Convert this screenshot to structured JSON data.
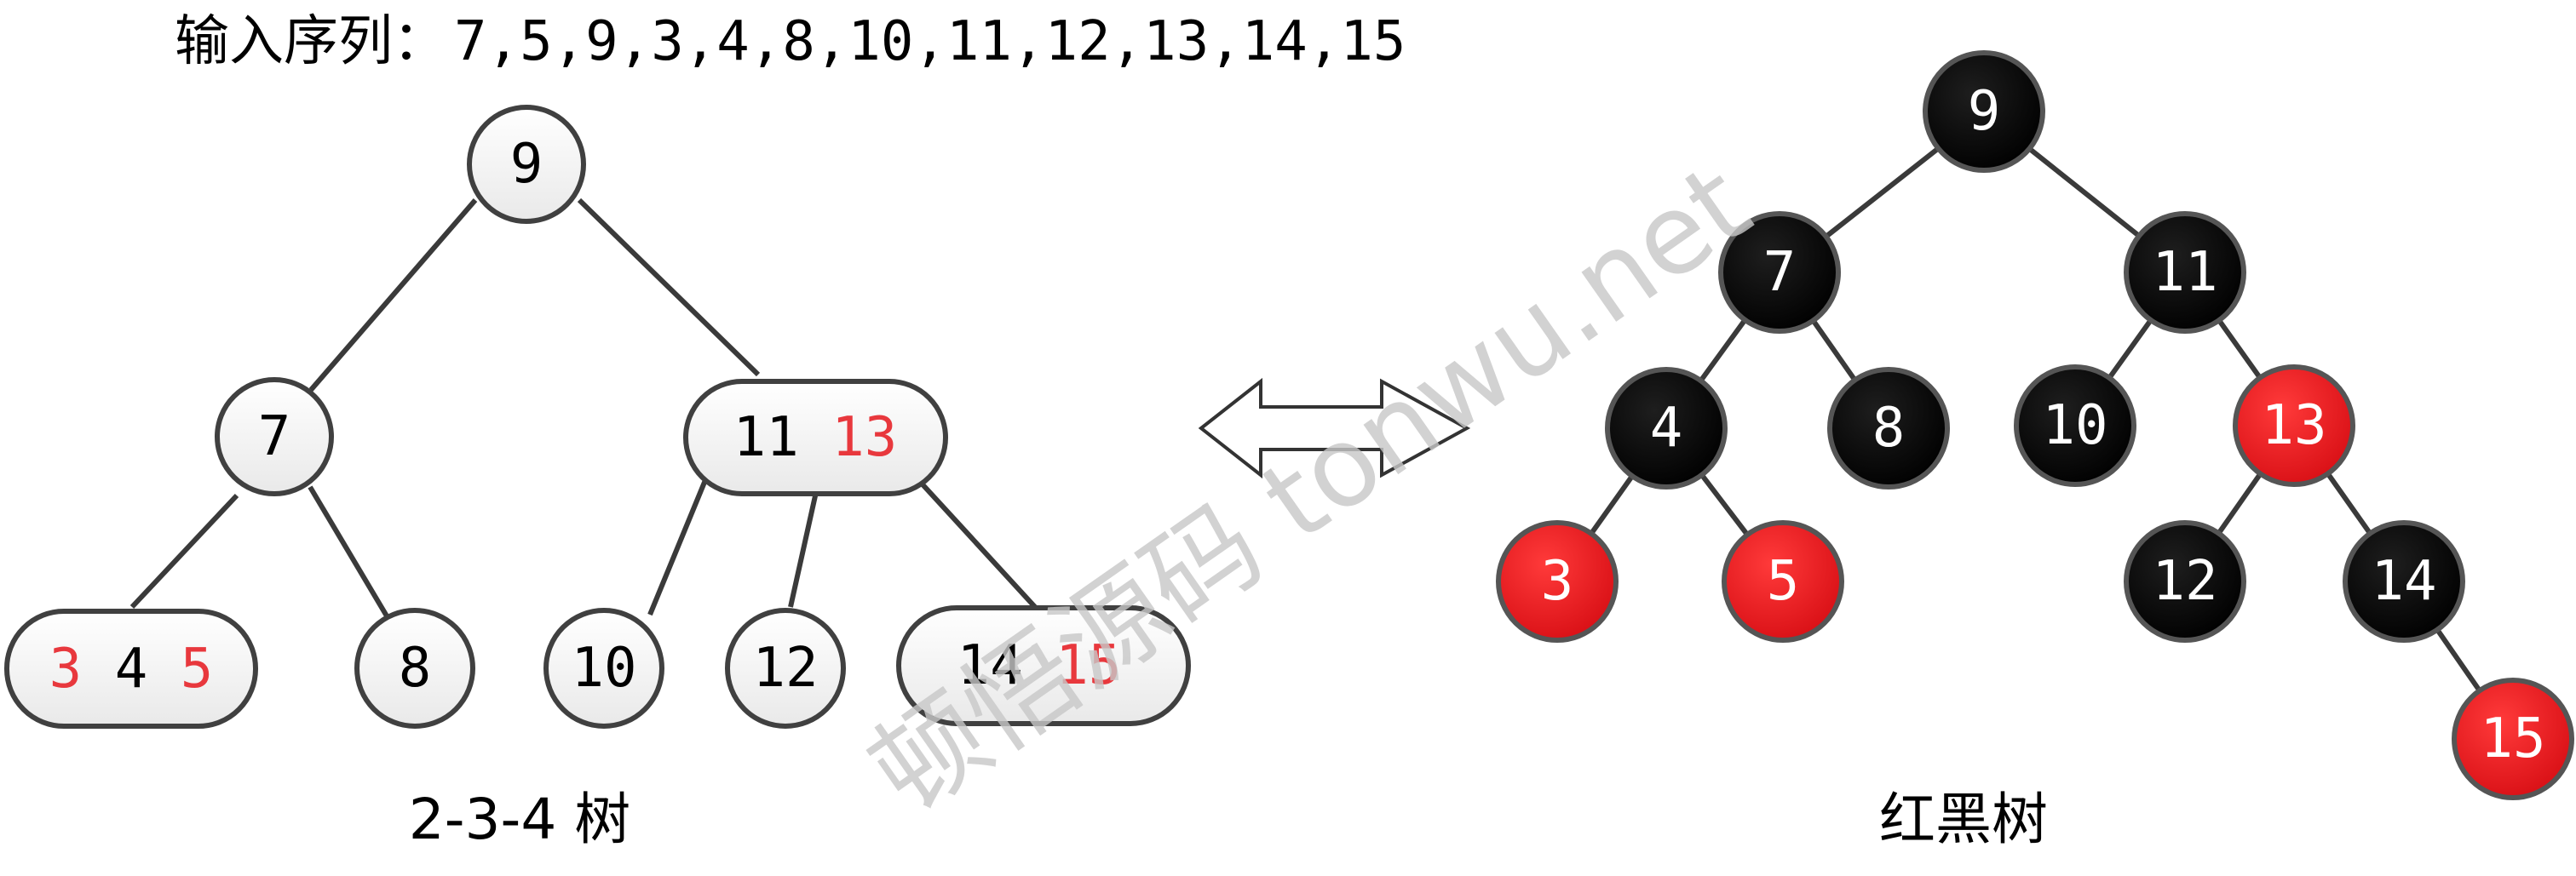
{
  "header": {
    "prefix": "输入序列：",
    "sequence": "7,5,9,3,4,8,10,11,12,13,14,15"
  },
  "tree234": {
    "caption": "2-3-4 树",
    "nodes": {
      "n9": [
        {
          "t": "9",
          "c": "black"
        }
      ],
      "n7": [
        {
          "t": "7",
          "c": "black"
        }
      ],
      "n1113": [
        {
          "t": "11",
          "c": "black"
        },
        {
          "t": "13",
          "c": "red"
        }
      ],
      "n345": [
        {
          "t": "3",
          "c": "red"
        },
        {
          "t": "4",
          "c": "black"
        },
        {
          "t": "5",
          "c": "red"
        }
      ],
      "n8": [
        {
          "t": "8",
          "c": "black"
        }
      ],
      "n10": [
        {
          "t": "10",
          "c": "black"
        }
      ],
      "n12": [
        {
          "t": "12",
          "c": "black"
        }
      ],
      "n1415": [
        {
          "t": "14",
          "c": "black"
        },
        {
          "t": "15",
          "c": "red"
        }
      ]
    }
  },
  "rbtree": {
    "caption": "红黑树",
    "nodes": {
      "n9": {
        "label": "9",
        "color": "black"
      },
      "n7": {
        "label": "7",
        "color": "black"
      },
      "n11": {
        "label": "11",
        "color": "black"
      },
      "n4": {
        "label": "4",
        "color": "black"
      },
      "n8": {
        "label": "8",
        "color": "black"
      },
      "n10": {
        "label": "10",
        "color": "black"
      },
      "n13": {
        "label": "13",
        "color": "red"
      },
      "n3": {
        "label": "3",
        "color": "red"
      },
      "n5": {
        "label": "5",
        "color": "red"
      },
      "n12": {
        "label": "12",
        "color": "black"
      },
      "n14": {
        "label": "14",
        "color": "black"
      },
      "n15": {
        "label": "15",
        "color": "red"
      }
    }
  },
  "watermark": "顿悟源码 tonwu.net",
  "colors": {
    "red_text": "#e8383d",
    "red_fill": "#e0161c",
    "black_fill": "#000000",
    "edge": "#3a3a3a",
    "node_border": "#404040",
    "watermark": "#c8c8c8"
  }
}
